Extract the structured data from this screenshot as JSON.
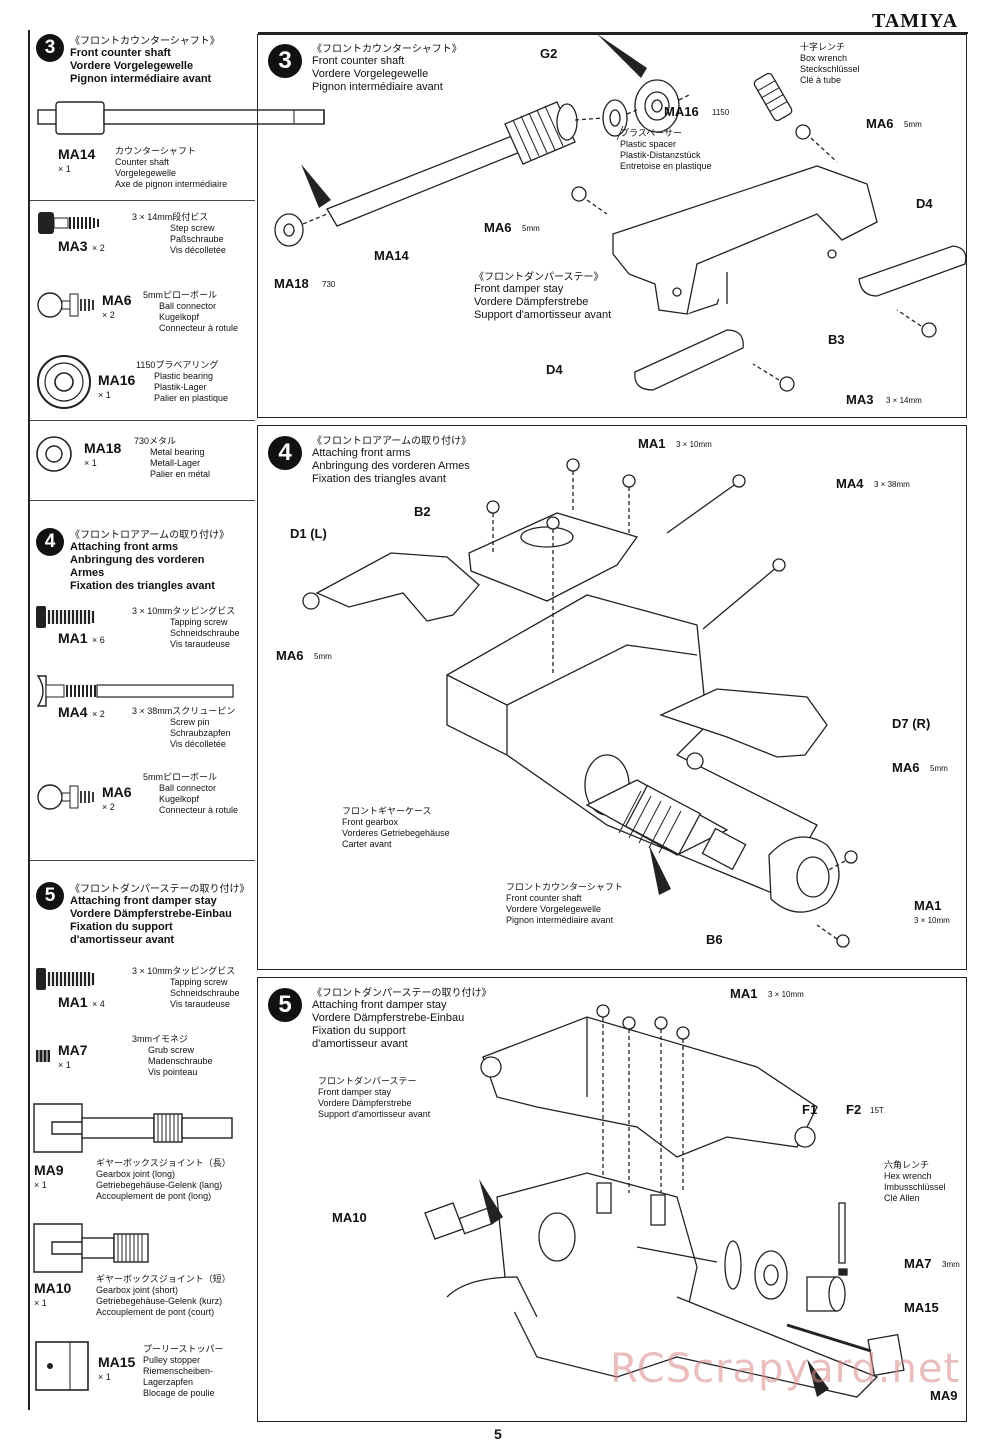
{
  "header": {
    "brand": "TAMIYA"
  },
  "page_number": "5",
  "watermark": "RCScrapyard.net",
  "left": {
    "step3": {
      "num": "3",
      "jp": "《フロントカウンターシャフト》",
      "en": "Front counter shaft",
      "de": "Vordere Vorgelegewelle",
      "fr": "Pignon intermédiaire avant"
    },
    "step3_parts": [
      {
        "code": "MA14",
        "qty": "× 1",
        "jp": "カウンターシャフト",
        "en": "Counter shaft",
        "de": "Vorgelegewelle",
        "fr": "Axe de pignon intermédiaire"
      },
      {
        "code": "MA3",
        "qty": "× 2",
        "jp": "3 × 14mm段付ビス",
        "en": "Step screw",
        "de": "Paßschraube",
        "fr": "Vis décolletée"
      },
      {
        "code": "MA6",
        "qty": "× 2",
        "jp": "5mmピローボール",
        "en": "Ball connector",
        "de": "Kugelkopf",
        "fr": "Connecteur à rotule"
      },
      {
        "code": "MA16",
        "qty": "× 1",
        "jp": "1150プラベアリング",
        "en": "Plastic bearing",
        "de": "Plastik-Lager",
        "fr": "Palier en plastique"
      },
      {
        "code": "MA18",
        "qty": "× 1",
        "jp": "730メタル",
        "en": "Metal bearing",
        "de": "Metall-Lager",
        "fr": "Palier en métal"
      }
    ],
    "step4": {
      "num": "4",
      "jp": "《フロントロアアームの取り付け》",
      "en": "Attaching front arms",
      "de": "Anbringung des vorderen Armes",
      "fr": "Fixation des triangles avant"
    },
    "step4_parts": [
      {
        "code": "MA1",
        "qty": "× 6",
        "jp": "3 × 10mmタッピングビス",
        "en": "Tapping screw",
        "de": "Schneidschraube",
        "fr": "Vis taraudeuse"
      },
      {
        "code": "MA4",
        "qty": "× 2",
        "jp": "3 × 38mmスクリューピン",
        "en": "Screw pin",
        "de": "Schraubzapfen",
        "fr": "Vis décolletée"
      },
      {
        "code": "MA6",
        "qty": "× 2",
        "jp": "5mmピローボール",
        "en": "Ball connector",
        "de": "Kugelkopf",
        "fr": "Connecteur à rotule"
      }
    ],
    "step5": {
      "num": "5",
      "jp": "《フロントダンパーステーの取り付け》",
      "en": "Attaching front damper stay",
      "de": "Vordere Dämpferstrebe-Einbau",
      "fr1": "Fixation du support",
      "fr2": "d'amortisseur avant"
    },
    "step5_parts": [
      {
        "code": "MA1",
        "qty": "× 4",
        "jp": "3 × 10mmタッピングビス",
        "en": "Tapping screw",
        "de": "Schneidschraube",
        "fr": "Vis taraudeuse"
      },
      {
        "code": "MA7",
        "qty": "× 1",
        "jp": "3mmイモネジ",
        "en": "Grub screw",
        "de": "Madenschraube",
        "fr": "Vis pointeau"
      },
      {
        "code": "MA9",
        "qty": "× 1",
        "jp": "ギヤーボックスジョイント（長）",
        "en": "Gearbox joint (long)",
        "de": "Getriebegehäuse-Gelenk (lang)",
        "fr": "Accouplement de pont (long)"
      },
      {
        "code": "MA10",
        "qty": "× 1",
        "jp": "ギヤーボックスジョイント（短）",
        "en": "Gearbox joint (short)",
        "de": "Getriebegehäuse-Gelenk (kurz)",
        "fr": "Accouplement de pont (court)"
      },
      {
        "code": "MA15",
        "qty": "× 1",
        "jp": "プーリーストッパー",
        "en": "Pulley stopper",
        "de": "Riemenscheiben-",
        "de2": "Lagerzapfen",
        "fr": "Blocage de poulie"
      }
    ]
  },
  "panel3": {
    "num": "3",
    "jp": "《フロントカウンターシャフト》",
    "en": "Front counter shaft",
    "de": "Vordere Vorgelegewelle",
    "fr": "Pignon intermédiaire avant",
    "labels": {
      "g2": "G2",
      "ma16": "MA16",
      "ma16_n": "1150",
      "ma14": "MA14",
      "ma18": "MA18",
      "ma18_n": "730",
      "ma6a": "MA6",
      "ma6a_n": "5mm",
      "ma6b": "MA6",
      "ma6b_n": "5mm",
      "d4a": "D4",
      "d4b": "D4",
      "b3": "B3",
      "ma3": "MA3",
      "ma3_n": "3 × 14mm"
    },
    "spacer": {
      "jp": "プラスペーサー",
      "en": "Plastic spacer",
      "de": "Plastik-Distanzstück",
      "fr": "Entretoise en plastique"
    },
    "wrench": {
      "jp": "十字レンチ",
      "en": "Box wrench",
      "de": "Steckschlüssel",
      "fr": "Clé à tube"
    },
    "stay": {
      "jp": "《フロントダンパーステー》",
      "en": "Front damper stay",
      "de": "Vordere Dämpferstrebe",
      "fr": "Support d'amortisseur avant"
    }
  },
  "panel4": {
    "num": "4",
    "jp": "《フロントロアアームの取り付け》",
    "en": "Attaching front arms",
    "de": "Anbringung des vorderen Armes",
    "fr": "Fixation des triangles avant",
    "labels": {
      "ma1": "MA1",
      "ma1_n": "3 × 10mm",
      "ma4": "MA4",
      "ma4_n": "3 × 38mm",
      "b2": "B2",
      "d1": "D1 (L)",
      "ma6a": "MA6",
      "ma6a_n": "5mm",
      "d7": "D7 (R)",
      "ma6b": "MA6",
      "ma6b_n": "5mm",
      "ma1b": "MA1",
      "ma1b_n": "3 × 10mm",
      "b6": "B6"
    },
    "gearbox": {
      "jp": "フロントギヤーケース",
      "en": "Front gearbox",
      "de": "Vorderes Getriebegehäuse",
      "fr": "Carter avant"
    },
    "shaft": {
      "jp": "フロントカウンターシャフト",
      "en": "Front counter shaft",
      "de": "Vordere Vorgelegewelle",
      "fr": "Pignon intermédiaire avant"
    }
  },
  "panel5": {
    "num": "5",
    "jp": "《フロントダンパーステーの取り付け》",
    "en": "Attaching front damper stay",
    "de": "Vordere Dämpferstrebe-Einbau",
    "fr1": "Fixation du support",
    "fr2": "d'amortisseur avant",
    "labels": {
      "ma1": "MA1",
      "ma1_n": "3 × 10mm",
      "f1": "F1",
      "f2": "F2",
      "f2_n": "15T",
      "ma10": "MA10",
      "ma7": "MA7",
      "ma7_n": "3mm",
      "ma15": "MA15",
      "ma9": "MA9"
    },
    "stay": {
      "jp": "フロントダンパーステー",
      "en": "Front damper stay",
      "de": "Vordere Dämpferstrebe",
      "fr": "Support d'amortisseur avant"
    },
    "hex": {
      "jp": "六角レンチ",
      "en": "Hex wrench",
      "de": "Imbusschlüssel",
      "fr": "Clé Allen"
    }
  }
}
